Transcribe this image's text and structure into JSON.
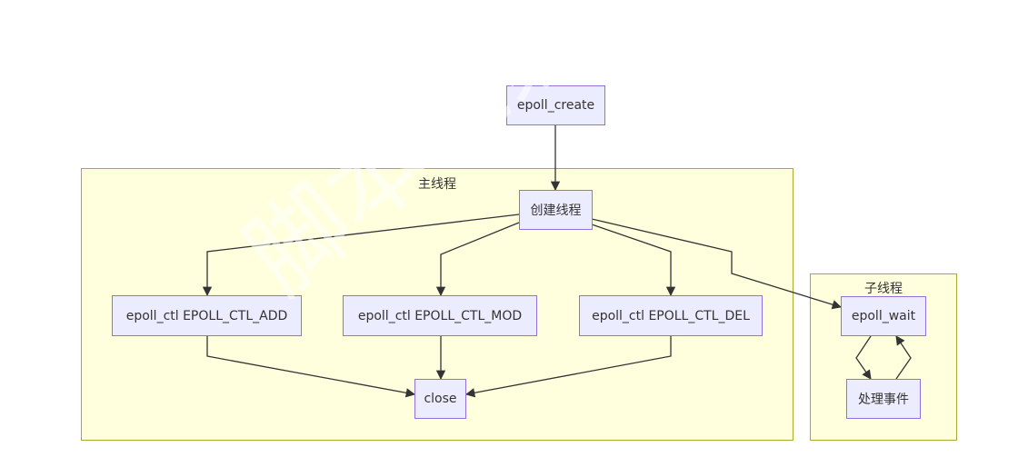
{
  "clusters": {
    "main_thread": {
      "title": "主线程"
    },
    "child_thread": {
      "title": "子线程"
    }
  },
  "nodes": {
    "epoll_create": "epoll_create",
    "create_thread": "创建线程",
    "ctl_add": "epoll_ctl EPOLL_CTL_ADD",
    "ctl_mod": "epoll_ctl EPOLL_CTL_MOD",
    "ctl_del": "epoll_ctl EPOLL_CTL_DEL",
    "close": "close",
    "epoll_wait": "epoll_wait",
    "handle_events": "处理事件"
  },
  "edges": [
    {
      "from": "epoll_create",
      "to": "create_thread"
    },
    {
      "from": "create_thread",
      "to": "ctl_add"
    },
    {
      "from": "create_thread",
      "to": "ctl_mod"
    },
    {
      "from": "create_thread",
      "to": "ctl_del"
    },
    {
      "from": "create_thread",
      "to": "epoll_wait"
    },
    {
      "from": "ctl_add",
      "to": "close"
    },
    {
      "from": "ctl_mod",
      "to": "close"
    },
    {
      "from": "ctl_del",
      "to": "close"
    },
    {
      "from": "epoll_wait",
      "to": "handle_events"
    },
    {
      "from": "handle_events",
      "to": "epoll_wait"
    }
  ],
  "colors": {
    "node_fill": "#ececff",
    "node_border": "#9370db",
    "cluster_fill": "#ffffde",
    "cluster_border": "#aaaa33",
    "edge": "#333333"
  },
  "watermark": "脚本之家"
}
